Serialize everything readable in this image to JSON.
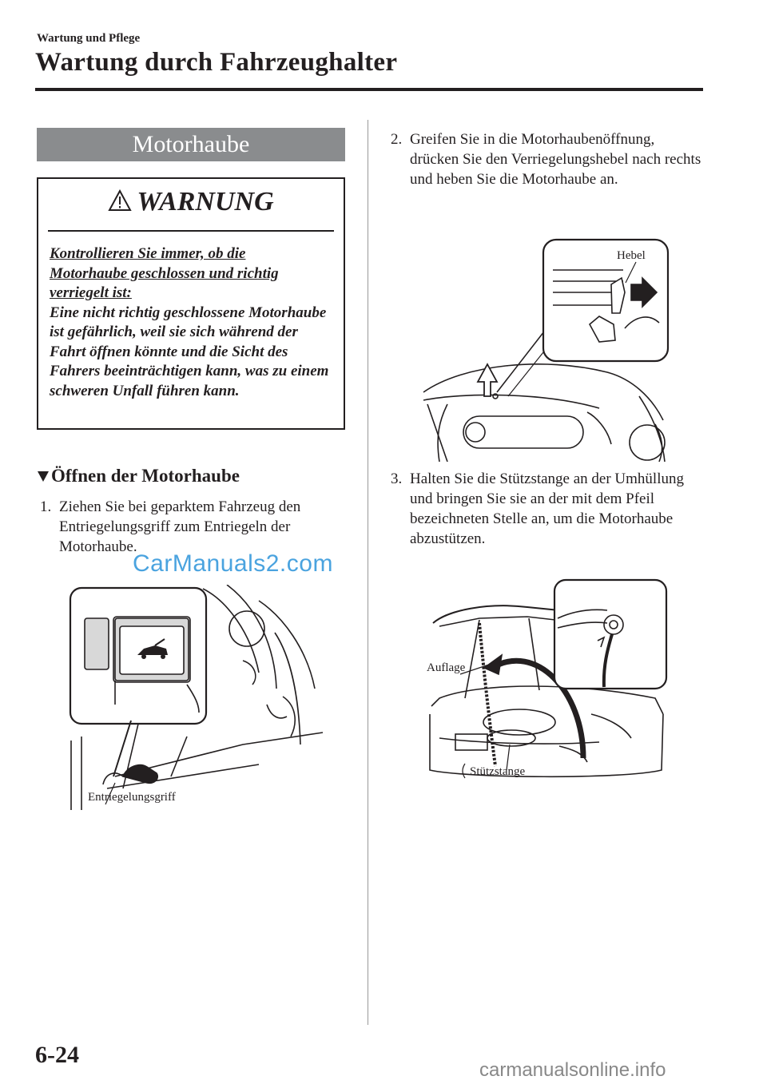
{
  "header": {
    "subtitle": "Wartung und Pflege",
    "title": "Wartung durch Fahrzeughalter"
  },
  "section": {
    "title": "Motorhaube"
  },
  "warning": {
    "heading": "WARNUNG",
    "lead_line1": "Kontrollieren Sie immer, ob die",
    "lead_line2": "Motorhaube geschlossen und richtig",
    "lead_line3": "verriegelt ist:",
    "body": "Eine nicht richtig geschlossene Motorhaube ist gefährlich, weil sie sich während der Fahrt öffnen könnte und die Sicht des Fahrers beeinträchtigen kann, was zu einem schweren Unfall führen kann."
  },
  "subsection": {
    "title": "Öffnen der Motorhaube"
  },
  "steps": [
    {
      "num": "1.",
      "text": "Ziehen Sie bei geparktem Fahrzeug den Entriegelungsgriff zum Entriegeln der Motorhaube."
    },
    {
      "num": "2.",
      "text": "Greifen Sie in die Motorhaubenöffnung, drücken Sie den Verriegelungshebel nach rechts und heben Sie die Motorhaube an."
    },
    {
      "num": "3.",
      "text": "Halten Sie die Stützstange an der Umhüllung und bringen Sie sie an der mit dem Pfeil bezeichneten Stelle an, um die Motorhaube abzustützen."
    }
  ],
  "figures": {
    "release_label": "Entriegelungsgriff",
    "lever_label": "Hebel",
    "support_label": "Auflage",
    "rod_label": "Stützstange"
  },
  "watermark": "CarManuals2.com",
  "page_number": "6-24",
  "footer_watermark": "carmanualsonline.info"
}
